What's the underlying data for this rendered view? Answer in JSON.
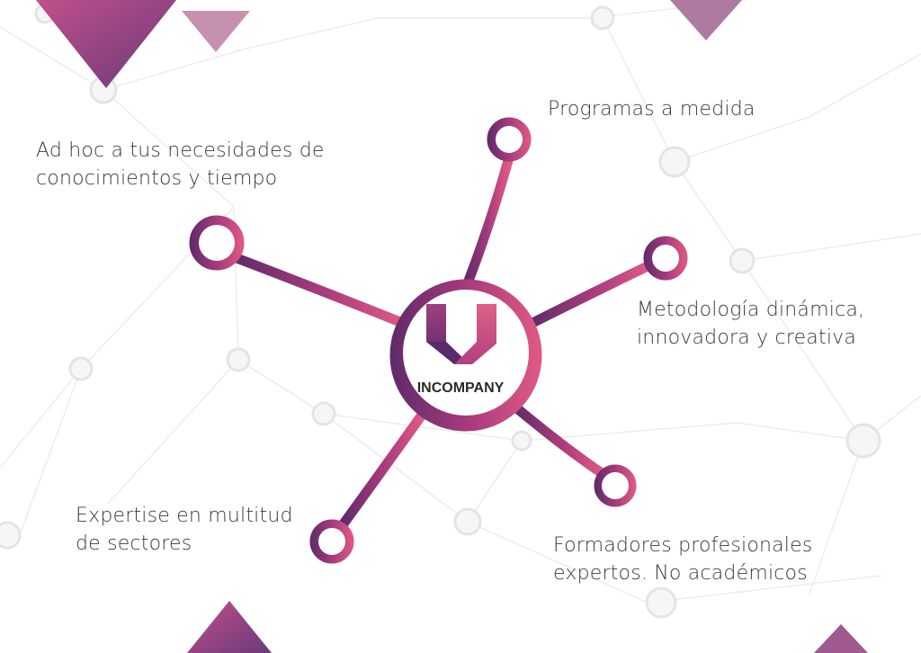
{
  "logo": {
    "text": "INCOMPANY"
  },
  "features": [
    {
      "line1": "Programas a medida",
      "line2": ""
    },
    {
      "line1": "Ad hoc a tus necesidades de",
      "line2": "conocimientos y tiempo"
    },
    {
      "line1": "Metodología dinámica,",
      "line2": "innovadora y creativa"
    },
    {
      "line1": "Expertise en multitud",
      "line2": "de sectores"
    },
    {
      "line1": "Formadores profesionales",
      "line2": "expertos. No académicos"
    }
  ],
  "colors": {
    "purple": "#6a2a6e",
    "magenta": "#b03a7a",
    "pink": "#e05a85",
    "text": "#3a3a3a"
  }
}
